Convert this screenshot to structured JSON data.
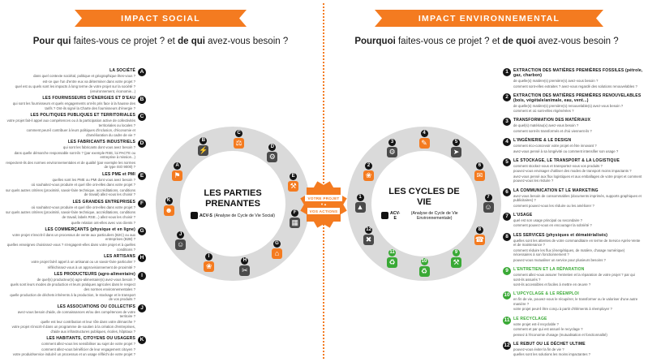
{
  "colors": {
    "accent": "#f47b20",
    "green": "#39a935",
    "ring_gray": "#dadada"
  },
  "center": {
    "project": "VOTRE PROJET",
    "actions": "VOS ACTIONS"
  },
  "left": {
    "banner": "IMPACT SOCIAL",
    "headline": {
      "bold1": "Pour qui",
      "mid": " faites-vous ce projet ? et ",
      "bold2": "de qui",
      "end": " avez-vous besoin ?"
    },
    "circle": {
      "title": "LES PARTIES PRENANTES",
      "acv": "ACV-S",
      "acv_desc": "(Analyse de Cycle de Vie Social)"
    },
    "items": [
      {
        "id": "A",
        "title": "LA SOCIÉTÉ",
        "icon": "society-icon",
        "glyph": "⚑",
        "icon_color": "#f47b20",
        "green": false,
        "lines": [
          "dans quel contexte sociétal, politique et géographique êtes-vous ?",
          "est-ce que l'un d'entre eux va déterminer dans votre projet ?",
          "quel est ou quels sont les impacts à long terme de votre projet sur la société ? (environnement, économie...)"
        ]
      },
      {
        "id": "B",
        "title": "LES FOURNISSEURS D'ÉNERGIES ET D'EAU",
        "icon": "energy-water-supplier-icon",
        "glyph": "⚡",
        "icon_color": "#4a4a4a",
        "green": false,
        "lines": [
          "qui sont les fournisseurs et quels engagements ont-ils pris face à la hausse des tarifs ? Ont-ils signé la Charte des fournisseurs d'énergie ?"
        ]
      },
      {
        "id": "C",
        "title": "LES POLITIQUES PUBLIQUES ET TERRITORIALES",
        "icon": "public-policy-icon",
        "glyph": "⚖",
        "icon_color": "#f47b20",
        "green": false,
        "lines": [
          "votre projet fait-il appel aux compétences ou à la participation active de collectivités territoriales ou locales ?",
          "comment peut-il contribuer à leurs politiques d'inclusion, d'économie et d'amélioration du cadre de vie ?"
        ]
      },
      {
        "id": "D",
        "title": "LES FABRICANTS INDUSTRIELS",
        "icon": "industrial-manufacturer-icon",
        "glyph": "⚙",
        "icon_color": "#4a4a4a",
        "green": false,
        "lines": [
          "qui sont les fabricants dont vous avez besoin ?",
          "dans quelle démarche responsable sont-ils ? (par exemple RSE, loi PACTE ou entreprise à mission...)",
          "respectent-ils des normes environnementales et de qualité (par exemple les normes de type ISO 9000) ?"
        ]
      },
      {
        "id": "E",
        "title": "LES PME et PMI",
        "icon": "sme-icon",
        "glyph": "⚒",
        "icon_color": "#f47b20",
        "green": false,
        "lines": [
          "quelles sont les PME ou PMI dont vous avez besoin ?",
          "où souhaitez-vous produire et quel rôle ont-elles dans votre projet ?",
          "sur quels autres critères (proximité, savoir-faire technique, accréditations, conditions de travail) allez-vous les choisir ?"
        ]
      },
      {
        "id": "F",
        "title": "LES GRANDES ENTREPRISES",
        "icon": "corporation-icon",
        "glyph": "▦",
        "icon_color": "#4a4a4a",
        "green": false,
        "lines": [
          "où souhaitez-vous produire et quel rôle ont-elles dans votre projet ?",
          "sur quels autres critères (proximité, savoir-faire technique, accréditations, conditions de travail, labels RSE...) allez-vous les choisir ?",
          "quelle relation ont-elles avec vos clients ?"
        ]
      },
      {
        "id": "G",
        "title": "LES COMMERÇANTS (physique et en ligne)",
        "icon": "merchant-icon",
        "glyph": "⌂",
        "icon_color": "#f47b20",
        "green": false,
        "lines": [
          "votre projet s'inscrit-il dans un processus de vente aux particuliers (B2C) ou aux entreprises (B2B) ?",
          "quelles enseignes choisissez-vous ? s'engagent-elles dans votre projet et à quelles conditions ?"
        ]
      },
      {
        "id": "H",
        "title": "LES ARTISANS",
        "icon": "artisan-icon",
        "glyph": "✂",
        "icon_color": "#4a4a4a",
        "green": false,
        "lines": [
          "votre projet fait-il appel à un artisanat ou un savoir-faire particulier ?",
          "réfléchissez-vous à un approvisionnement de proximité ?"
        ]
      },
      {
        "id": "I",
        "title": "LES PRODUCTEURS (agro-alimentaire)",
        "icon": "producer-icon",
        "glyph": "❀",
        "icon_color": "#f47b20",
        "green": false,
        "lines": [
          "de quel(s) producteur(s) agro-alimentaire(s) avez-vous besoin ?",
          "quels sont leurs modes de production et leurs pratiques agricoles dans le respect des normes environnementales ?",
          "quelle production de déchets inhérents à la production, le stockage et le transport de vos produits ?"
        ]
      },
      {
        "id": "J",
        "title": "LES ASSOCIATIONS OU COLLECTIFS",
        "icon": "association-icon",
        "glyph": "☺",
        "icon_color": "#4a4a4a",
        "green": false,
        "lines": [
          "avez-vous besoin d'aide, de connaissances et/ou des compétences de votre territoire ?",
          "quelle est leur contribution et leur rôle dans votre démarche ?",
          "votre projet s'inscrit-il dans un programme de soutien à la création d'entreprises, d'aide aux infrastructures publiques, écoles, hôpitaux ?"
        ]
      },
      {
        "id": "K",
        "title": "LES HABITANTS, CITOYENS OU USAGERS",
        "icon": "citizen-icon",
        "glyph": "☻",
        "icon_color": "#f47b20",
        "green": false,
        "lines": [
          "comment allez-vous les sensibiliser au sujet de votre projet ?",
          "comment allez-vous bénéficier de leur engagement citoyen ?",
          "votre produit/service induit-il un processus et un usage réfléchi de votre projet ?"
        ]
      }
    ]
  },
  "right": {
    "banner": "IMPACT ENVIRONNEMENTAL",
    "headline": {
      "bold1": "Pourquoi",
      "mid": " faites-vous ce projet ? et ",
      "bold2": "de quoi",
      "end": " avez-vous besoin ?"
    },
    "circle": {
      "title": "LES CYCLES DE VIE",
      "acv": "ACV-E",
      "acv_desc": "(Analyse de Cycle de Vie Environnementale)"
    },
    "items": [
      {
        "id": "1",
        "title": "EXTRACTION DES MATIÈRES PREMIÈRES FOSSILES (pétrole, gaz, charbon)",
        "icon": "fossil-extraction-icon",
        "glyph": "▲",
        "icon_color": "#4a4a4a",
        "green": false,
        "lines": [
          "de quelle(s) matière(s) première(s) avez-vous besoin ?",
          "comment sont-elles extraites ? avez-vous regardé des solutions renouvelables ?"
        ]
      },
      {
        "id": "2",
        "title": "EXTRACTION DES MATIÈRES PREMIÈRES RENOUVELABLES (bois, végétale/animale, eau, vent...)",
        "icon": "renewable-extraction-icon",
        "glyph": "❀",
        "icon_color": "#f47b20",
        "green": false,
        "lines": [
          "de quelle(s) matière(s) première(s) renouvelable(s) avez-vous besoin ?",
          "comment et où sont-elles régénérées ?"
        ]
      },
      {
        "id": "3",
        "title": "TRANSFORMATION DES MATÉRIAUX",
        "icon": "material-transformation-icon",
        "glyph": "⚙",
        "icon_color": "#4a4a4a",
        "green": false,
        "lines": [
          "de quel(s) matériau(x) avez-vous besoin ?",
          "comment sont-ils transformés et d'où viennent-ils ?"
        ]
      },
      {
        "id": "4",
        "title": "L'INGÉNIERIE & LE DESIGN",
        "icon": "engineering-design-icon",
        "glyph": "✎",
        "icon_color": "#f47b20",
        "green": false,
        "lines": [
          "comment éco-concevoir votre projet et être innovant ?",
          "avez-vous pensé à sa longévité ou comment intensifier son usage ?"
        ]
      },
      {
        "id": "5",
        "title": "LE STOCKAGE, LE TRANSPORT & LA LOGISTIQUE",
        "icon": "logistics-icon",
        "glyph": "➤",
        "icon_color": "#4a4a4a",
        "green": false,
        "lines": [
          "comment stockez-vous et transportez-vous vos produits ?",
          "pouvez-vous envisager d'utiliser des modes de transport moins impactants ?",
          "avez-vous pensé aux flux logistiques et aux emballages de votre projet et comment pouvez-vous les réduire ?"
        ]
      },
      {
        "id": "6",
        "title": "LA COMMUNICATION ET LE MARKETING",
        "icon": "communication-marketing-icon",
        "glyph": "✉",
        "icon_color": "#f47b20",
        "green": false,
        "lines": [
          "avez-vous besoin de consommables (documents imprimés, supports graphiques et publicitaires) ?",
          "comment pouvez-vous les réduire ou les améliorer ?"
        ]
      },
      {
        "id": "7",
        "title": "L'USAGE",
        "icon": "usage-icon",
        "glyph": "☺",
        "icon_color": "#4a4a4a",
        "green": false,
        "lines": [
          "quel est son usage principal ou secondaire ?",
          "comment pouvez-vous en encourager la sobriété ?"
        ]
      },
      {
        "id": "8",
        "title": "LES SERVICES (physiques et dématérialisés)",
        "icon": "services-icon",
        "glyph": "☎",
        "icon_color": "#f47b20",
        "green": false,
        "lines": [
          "quelles sont les attentes de votre commanditaire en terme de Service Après-Vente et de maintenance ?",
          "comment réduire les flux (énergétiques, de matière, d'usage numérique) nécessaires à son fonctionnement ?",
          "pouvez-vous mutualiser un service pour plusieurs besoins ?"
        ]
      },
      {
        "id": "9",
        "title": "L'ENTRETIEN ET LA RÉPARATION",
        "icon": "repair-icon",
        "glyph": "⚒",
        "icon_color": "#39a935",
        "green": true,
        "lines": [
          "comment allez-vous assurer l'entretien et la réparation de votre projet ? par qui sont-ils assurés ?",
          "sont-ils accessibles et faciles à mettre en œuvre ?"
        ]
      },
      {
        "id": "10",
        "title": "L'UPCYCLAGE & LE RÉEMPLOI",
        "icon": "upcycling-icon",
        "glyph": "♻",
        "icon_color": "#39a935",
        "green": true,
        "lines": [
          "en fin de vie, pouvez-vous le récupérer, le transformer ou le valoriser d'une autre manière ?",
          "votre projet peut-il être conçu à partir d'éléments à réemployer ?"
        ]
      },
      {
        "id": "11",
        "title": "LE RECYCLAGE",
        "icon": "recycling-icon",
        "glyph": "♻",
        "icon_color": "#39a935",
        "green": true,
        "lines": [
          "votre projet est-il recyclable ?",
          "comment et par qui est assuré le recyclage ?",
          "pensez à l'économie d'usage (mutualisation et fonctionnalité)"
        ]
      },
      {
        "id": "12",
        "title": "LE REBUT OU LE DÉCHET ULTIME",
        "icon": "waste-icon",
        "glyph": "✖",
        "icon_color": "#4a4a4a",
        "green": false,
        "lines": [
          "pouvez-vous éviter la fin de vie ?",
          "quelles sont les solutions les moins impactantes ?"
        ]
      }
    ]
  }
}
